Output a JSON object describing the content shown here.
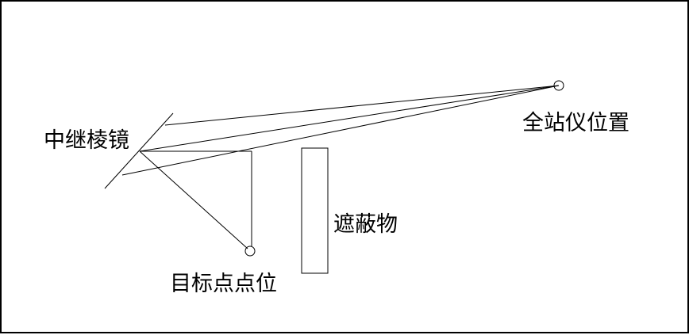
{
  "diagram": {
    "labels": {
      "relay_prism": "中继棱镜",
      "total_station": "全站仪位置",
      "obstacle": "遮蔽物",
      "target_point": "目标点点位"
    }
  }
}
